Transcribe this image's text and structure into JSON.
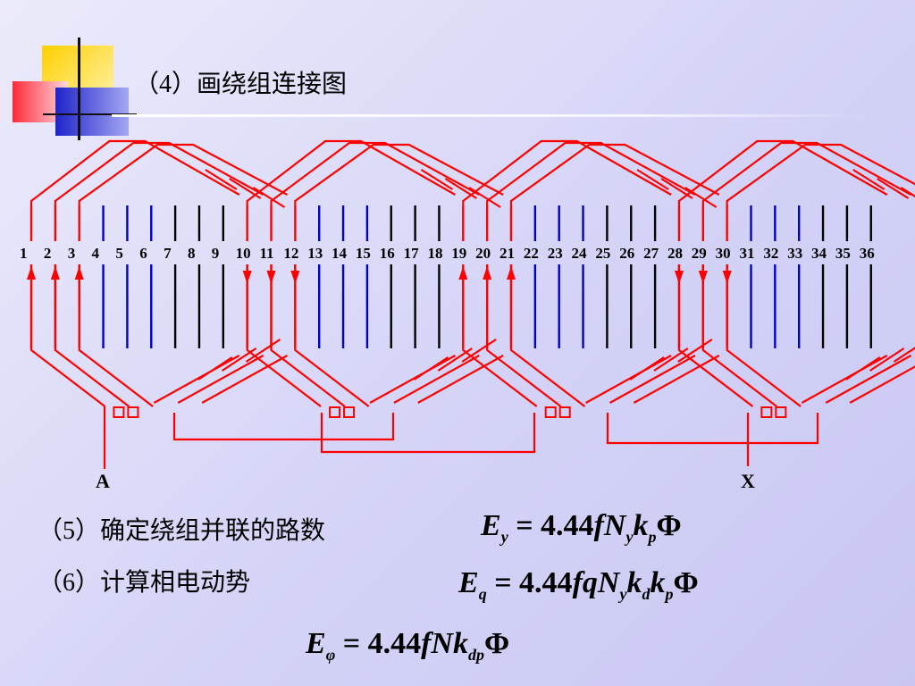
{
  "heading": "（4）画绕组连接图",
  "slots": [
    "1",
    "2",
    "3",
    "4",
    "5",
    "6",
    "7",
    "8",
    "9",
    "10",
    "11",
    "12",
    "13",
    "14",
    "15",
    "16",
    "17",
    "18",
    "19",
    "20",
    "21",
    "22",
    "23",
    "24",
    "25",
    "26",
    "27",
    "28",
    "29",
    "30",
    "31",
    "32",
    "33",
    "34",
    "35",
    "36"
  ],
  "terminals": {
    "start": "A",
    "end": "X"
  },
  "items": {
    "item5": "（5）确定绕组并联的路数",
    "item6": "（6）计算相电动势"
  },
  "formulas": {
    "f1": {
      "lhs": "E",
      "lhs_sub": "y",
      "eq": " = 4.44",
      "t1": "fN",
      "s1": "y",
      "t2": "k",
      "s2": "p",
      "tail": "Φ"
    },
    "f2": {
      "lhs": "E",
      "lhs_sub": "q",
      "eq": " = 4.44",
      "t1": "fqN",
      "s1": "y",
      "t2": "k",
      "s2": "d",
      "t3": "k",
      "s3": "p",
      "tail": "Φ"
    },
    "f3": {
      "lhs": "E",
      "lhs_sub": "φ",
      "eq": " = 4.44",
      "t1": "fNk",
      "s1": "dp",
      "tail": "Φ"
    }
  },
  "colors": {
    "phase_a": "#ff0000",
    "phase_b": "#0000cc",
    "phase_c": "#000000"
  }
}
